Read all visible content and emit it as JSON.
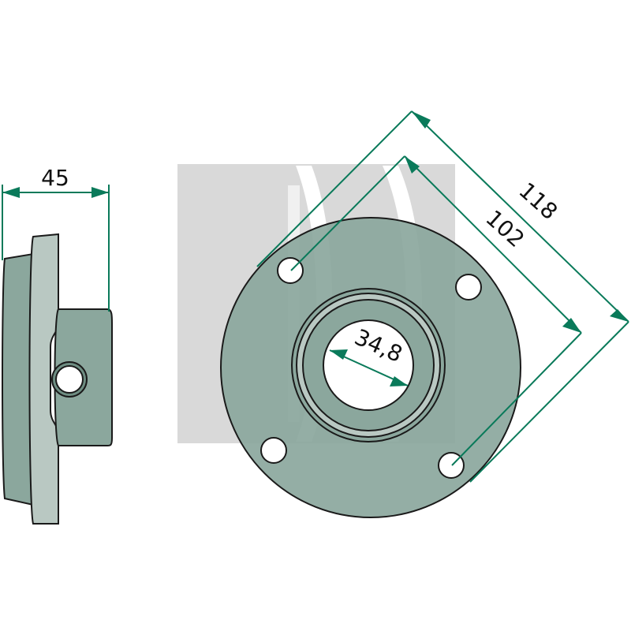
{
  "diagram": {
    "dimensions": {
      "width_side": "45",
      "outer_diameter_diag": "118",
      "bolt_circle_diag": "102",
      "bore_diameter": "34,8"
    },
    "colors": {
      "body": "#8ba79d",
      "body_dark": "#6e8d82",
      "plate_light": "#b9c8c2",
      "outline": "#1a1a1a",
      "dimension_line": "#0a7a5a",
      "watermark": "#d9d9d9"
    }
  }
}
